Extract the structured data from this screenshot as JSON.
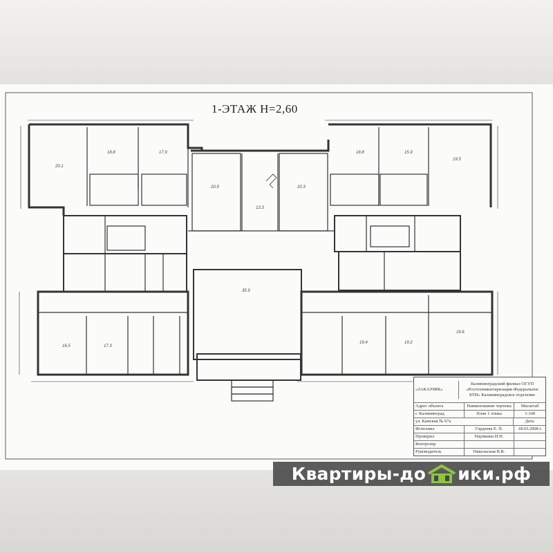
{
  "plan": {
    "title": "1-ЭТАЖ  H=2,60"
  },
  "title_block": {
    "customer": "«ЗАКАЗЧИК»",
    "organization": "Калининградский филиал ОГУП «Ростехинвентаризация-Федеральное БТИ» Калининградское отделение",
    "address_label": "Адрес объекта",
    "drawing_name_label": "Наименование чертежа",
    "scale_label": "Масштаб",
    "city": "г. Калининград",
    "drawing_name": "План 1 этажа",
    "scale": "1:100",
    "street": "ул. Камская № 67а",
    "date_label": "Дата",
    "executed_label": "Исполнил",
    "executed_by": "Гордеева Е. П.",
    "date": "18.03.2008 г.",
    "checked_label": "Проверил",
    "checked_by": "Наумкина И.Н.",
    "controller_label": "Контролер",
    "head_label": "Руководитель",
    "head_name": "Никольская В.В."
  },
  "watermark": {
    "text_left": "Квартиры-до",
    "text_right": "ики.рф",
    "logo_color": "#8dc63f"
  }
}
